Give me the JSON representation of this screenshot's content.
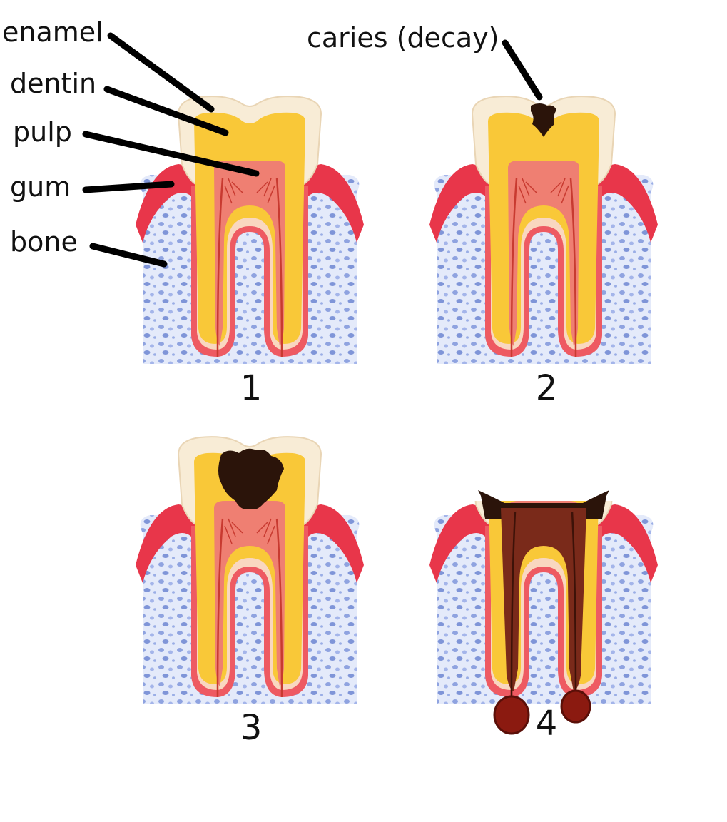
{
  "labels": {
    "enamel": "enamel",
    "dentin": "dentin",
    "pulp": "pulp",
    "gum": "gum",
    "bone": "bone",
    "caries": "caries (decay)"
  },
  "stages": [
    "1",
    "2",
    "3",
    "4"
  ],
  "colors": {
    "enamel": "#f8ecd6",
    "dentin": "#f9c838",
    "dentin_light": "#fde07a",
    "pulp": "#ef7f72",
    "pulp_dark": "#c83a30",
    "gum": "#e8364a",
    "gum_light": "#f7a0a8",
    "bone": "#dfe6f8",
    "bone_pore": "#8fa3e0",
    "decay": "#2b140a",
    "infected_pulp": "#7a2a1a",
    "abscess": "#8b1a10",
    "leader": "#000000"
  }
}
